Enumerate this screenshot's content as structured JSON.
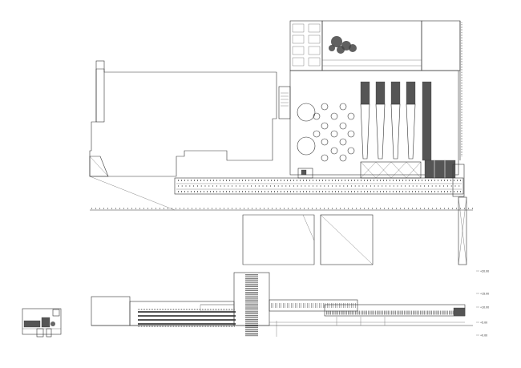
{
  "drawing": {
    "plan": {
      "circle_tables": 16,
      "long_bars": 5,
      "silos": 2
    },
    "elevation": {
      "level_marks": [
        {
          "label": "+20.00"
        },
        {
          "label": "+15.00"
        },
        {
          "label": "+10.00"
        },
        {
          "label": "+5.00"
        },
        {
          "label": "+0.00"
        }
      ]
    },
    "colors": {
      "line": "#333333",
      "fill_dark": "#555555",
      "background": "#ffffff",
      "vegetation": "#444444"
    }
  }
}
